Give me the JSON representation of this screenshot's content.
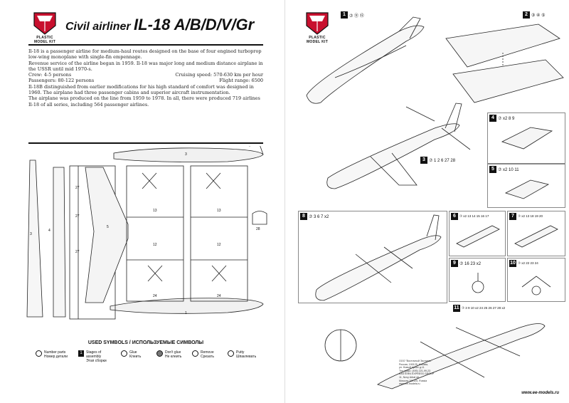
{
  "brand": {
    "line1": "PLASTIC",
    "line2": "MODEL KIT"
  },
  "title": {
    "prefix": "Civil airliner",
    "model": "IL-18 A/B/D/V/Gr"
  },
  "intro": {
    "p1": "Il-18 is a passenger airline for medium-haul routes designed on the base of four engined turboprop low-wing monoplane with single-fin empennage.",
    "p2": "Revenue service of the airline began in 1959. Il-18 was major long and medium distance airplane in the USSR until mid 1970-s.",
    "crew": "Crew: 4-5 persons",
    "speed": "Cruising speed: 570-630 km per hour",
    "passengers": "Passengers: 80-122 persons",
    "range": "Flight range: 6500",
    "p3": "Il-18B distinguished from earlier modifications for his high standard of comfort was designed in 1960. The airplane had three passenger cabins and superior aircraft instrumentation.",
    "p4": "The airplane was produced on the line from 1959 to 1978. In all, there were produced 719 airlines Il-18 of all series, including 564 passenger airlines."
  },
  "legend": {
    "title": "USED SYMBOLS / ИСПОЛЬЗУЕМЫЕ СИМВОЛЫ",
    "items": [
      {
        "en": "Number parts",
        "ru": "Номер детали"
      },
      {
        "en": "Stages of assembly",
        "ru": "Этап сборки"
      },
      {
        "en": "Glue",
        "ru": "Клеить"
      },
      {
        "en": "Don't glue",
        "ru": "Не клеить"
      },
      {
        "en": "Remove",
        "ru": "Срезать"
      },
      {
        "en": "Putty",
        "ru": "Шпаклевать"
      }
    ]
  },
  "steps": [
    {
      "num": "1",
      "parts": "⑦ ⑪ ⑫"
    },
    {
      "num": "2",
      "parts": "③ ④ ⑤"
    },
    {
      "num": "3",
      "parts": "⑦ 1 2 6 27 28"
    },
    {
      "num": "4",
      "parts": "⑦ x2 8 9"
    },
    {
      "num": "5",
      "parts": "⑦ x2 10 11"
    },
    {
      "num": "6",
      "parts": "⑦ x2 13 14 15 16 17"
    },
    {
      "num": "7",
      "parts": "⑦ x2 13 18 19 20"
    },
    {
      "num": "8",
      "parts": "⑦ 3 6 7 x2"
    },
    {
      "num": "9",
      "parts": "⑦ 16 23 x2"
    },
    {
      "num": "10",
      "parts": "⑦ x2 22 23 24"
    },
    {
      "num": "11",
      "parts": "⑦ 3 9 10 x2 24 25 26 27 28 x2"
    }
  ],
  "address": {
    "l1": "ООО \"Восточный Экспресс\"",
    "l2": "Россия, 190125, Москва,",
    "l3": "ул. Новый Арбат д.11",
    "l4": "Тел./факс: (495) 221-99-23",
    "l5": "EASTERN EXPRESS GROUP",
    "l6": "11, Novy Arbat str.",
    "l7": "Moscow 190125, Russia",
    "l8": "www.ee-models.ru"
  },
  "website": "www.ee-models.ru"
}
